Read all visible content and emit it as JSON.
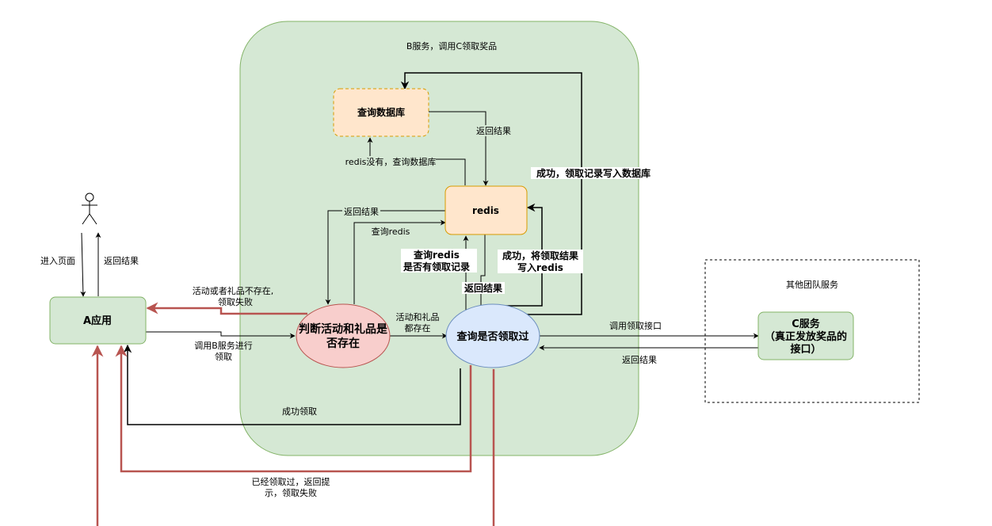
{
  "diagram": {
    "group_b": {
      "title": "B服务，调用C领取奖品"
    },
    "group_other": {
      "title": "其他团队服务"
    },
    "actor": {
      "name": ""
    },
    "nodes": {
      "a_app": {
        "label": "A应用"
      },
      "query_db": {
        "label": "查询数据库"
      },
      "redis": {
        "label": "redis"
      },
      "judge": {
        "line1": "判断活动和礼品是",
        "line2": "否存在"
      },
      "check": {
        "label": "查询是否领取过"
      },
      "c_service": {
        "line1": "C服务",
        "line2": "（真正发放奖品的",
        "line3": "接口）"
      }
    },
    "edges": {
      "enter_page": "进入页面",
      "return_result_actor": "返回结果",
      "not_exist_line1": "活动或者礼品不存在,",
      "not_exist_line2": "领取失败",
      "call_b_line1": "调用B服务进行",
      "call_b_line2": "领取",
      "both_exist_line1": "活动和礼品",
      "both_exist_line2": "都存在",
      "db_return": "返回结果",
      "redis_miss": "redis没有，查询数据库",
      "redis_return_judge": "返回结果",
      "query_redis_judge": "查询redis",
      "query_redis_record_line1": "查询redis",
      "query_redis_record_line2": "是否有领取记录",
      "redis_return_check": "返回结果",
      "write_redis_line1": "成功，将领取结果",
      "write_redis_line2": "写入redis",
      "write_db": "成功，领取记录写入数据库",
      "call_c": "调用领取接口",
      "c_return": "返回结果",
      "success": "成功领取",
      "already_line1": "已经领取过，返回提",
      "already_line2": "示，领取失败"
    }
  }
}
